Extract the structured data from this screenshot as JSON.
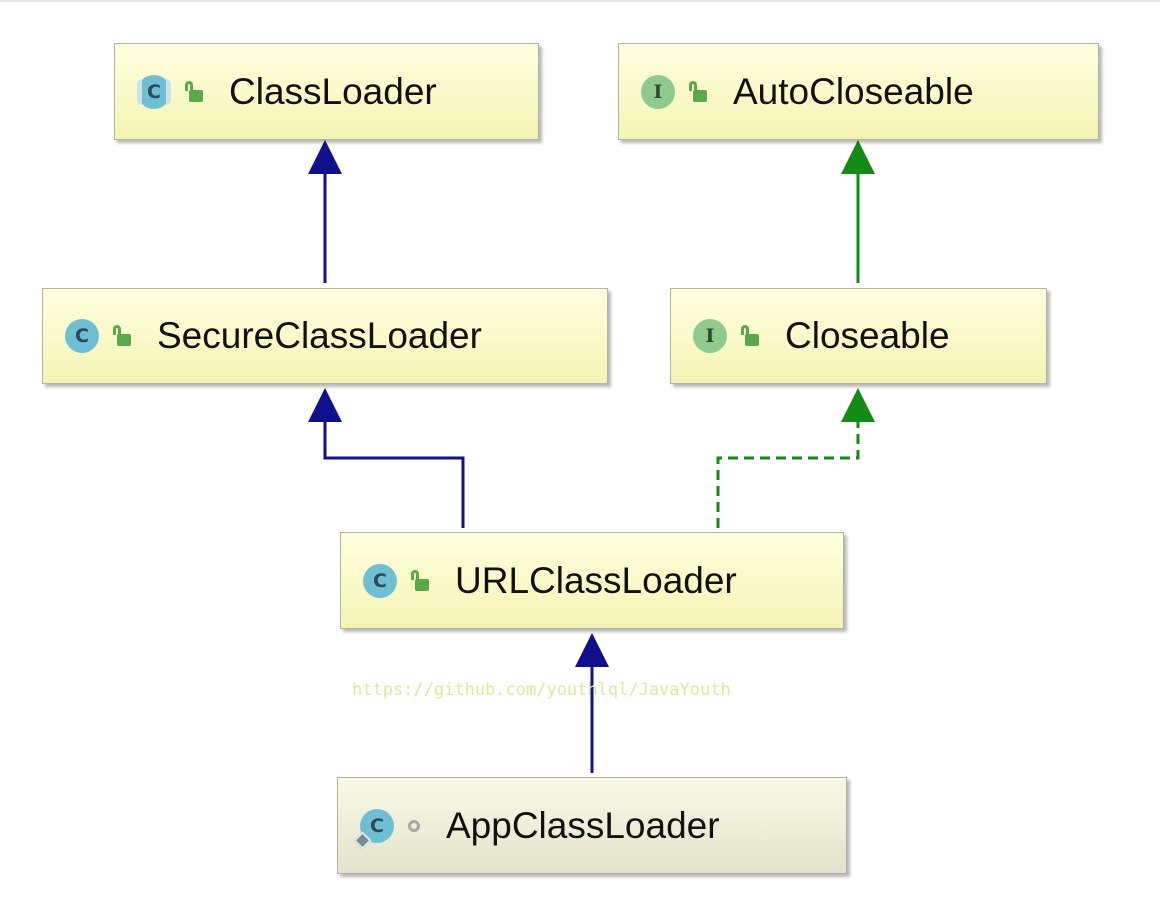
{
  "diagram": {
    "nodes": [
      {
        "id": "classloader",
        "label": "ClassLoader",
        "kind": "abstract-class",
        "visibility": "public"
      },
      {
        "id": "autocloseable",
        "label": "AutoCloseable",
        "kind": "interface",
        "kind_letter": "I",
        "visibility": "public"
      },
      {
        "id": "secureclassloader",
        "label": "SecureClassLoader",
        "kind": "class",
        "visibility": "public"
      },
      {
        "id": "closeable",
        "label": "Closeable",
        "kind": "interface",
        "kind_letter": "I",
        "visibility": "public"
      },
      {
        "id": "urlclassloader",
        "label": "URLClassLoader",
        "kind": "class",
        "visibility": "public"
      },
      {
        "id": "appclassloader",
        "label": "AppClassLoader",
        "kind": "inner-class",
        "visibility": "package-private"
      }
    ],
    "class_letter": "C",
    "edges": [
      {
        "from": "secureclassloader",
        "to": "classloader",
        "type": "extends"
      },
      {
        "from": "urlclassloader",
        "to": "secureclassloader",
        "type": "extends"
      },
      {
        "from": "appclassloader",
        "to": "urlclassloader",
        "type": "extends"
      },
      {
        "from": "closeable",
        "to": "autocloseable",
        "type": "extends-interface"
      },
      {
        "from": "urlclassloader",
        "to": "closeable",
        "type": "implements"
      }
    ],
    "colors": {
      "extends": "#10108c",
      "implements": "#138a13",
      "node_fill": "#ffffd0",
      "node_border": "#b4b4a0"
    },
    "icons": {
      "class": "class-c-icon",
      "abstract": "abstract-class-icon",
      "interface": "interface-i-icon",
      "public": "open-lock-icon",
      "package-private": "package-dot-icon"
    }
  },
  "watermark": "https://github.com/youthlql/JavaYouth"
}
